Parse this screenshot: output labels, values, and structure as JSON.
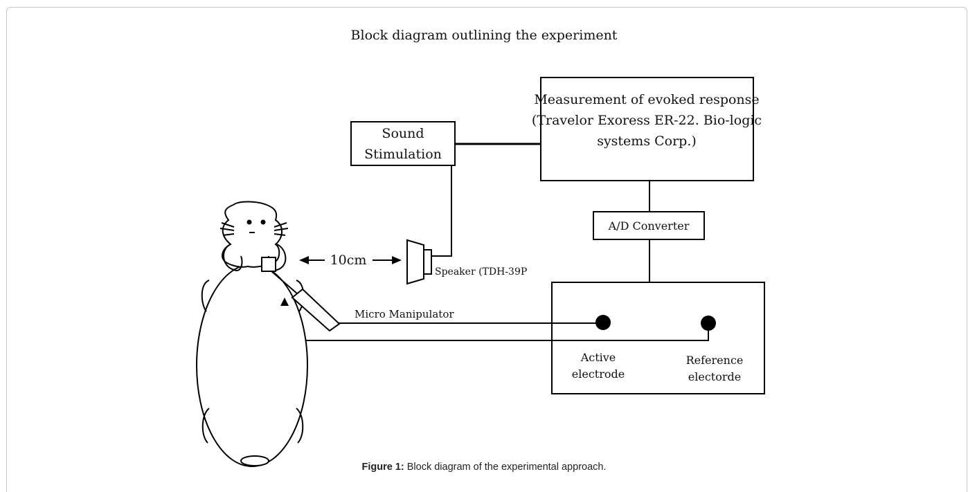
{
  "title": "Block diagram outlining the experiment",
  "blocks": {
    "sound_stimulation": [
      "Sound",
      "Stimulation"
    ],
    "measurement": [
      "Measurement of evoked response",
      "(Travelor Exoress ER-22. Bio-logic",
      "systems Corp.)"
    ],
    "ad_converter": "A/D Converter"
  },
  "labels": {
    "distance": "10cm",
    "speaker": "Speaker (TDH-39P",
    "micro_manipulator": "Micro Manipulator",
    "active_electrode": [
      "Active",
      "electrode"
    ],
    "reference_electrode": [
      "Reference",
      "electorde"
    ]
  },
  "caption": {
    "prefix": "Figure 1:",
    "text": " Block diagram of the experimental approach."
  },
  "colors": {
    "line": "#000000",
    "text": "#111111",
    "frame": "#c8c8c8"
  }
}
